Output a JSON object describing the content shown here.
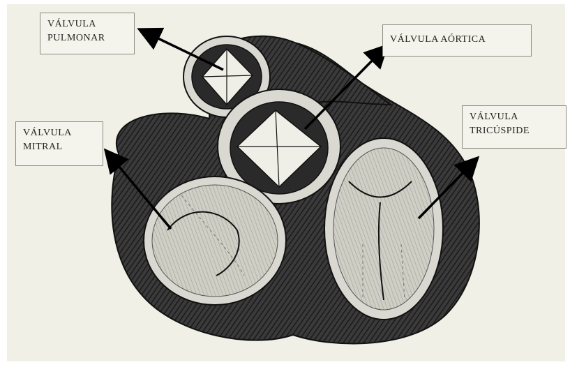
{
  "figure": {
    "background_color": "#f1f0e6",
    "heart_colors": {
      "dark": "#2a2a2a",
      "mid": "#6b6b6b",
      "light": "#d9d9d2",
      "stroke": "#111111"
    }
  },
  "labels": {
    "pulmonar": {
      "line1": "VÁLVULA",
      "line2": "PULMONAR"
    },
    "aortica": {
      "line1": "VÁLVULA AÓRTICA"
    },
    "mitral": {
      "line1": "VÁLVULA",
      "line2": "MITRAL"
    },
    "tricuspide": {
      "line1": "VÁLVULA",
      "line2": "TRICÚSPIDE"
    }
  }
}
